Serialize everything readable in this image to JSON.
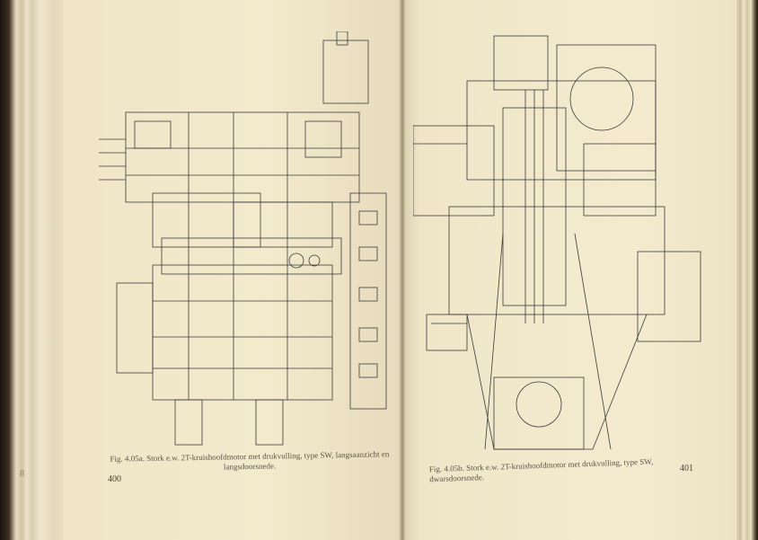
{
  "left_page": {
    "margin_mark": "8",
    "caption": "Fig. 4.05a. Stork e.w. 2T-kruishoofdmotor met drukvulling, type SW, langsaanzicht en langsdoorsnede.",
    "page_number": "400"
  },
  "right_page": {
    "caption": "Fig. 4.05b. Stork e.w. 2T-kruishoofdmotor met drukvulling, type SW, dwarsdoorsnede.",
    "page_number": "401"
  }
}
